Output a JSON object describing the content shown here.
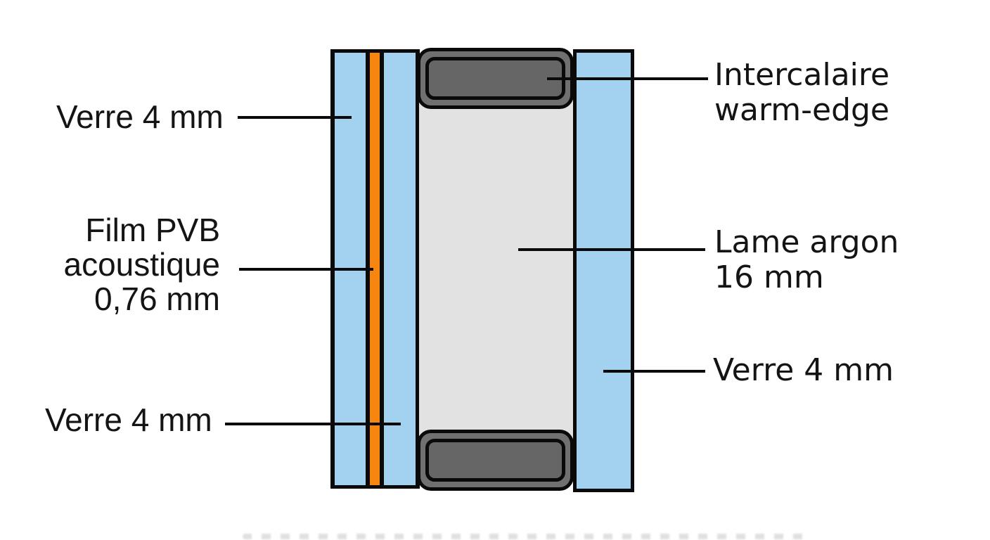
{
  "labels": {
    "verre_left_top": "Verre 4 mm",
    "film_pvb": {
      "line1": "Film PVB",
      "line2": "acoustique",
      "line3": "0,76 mm"
    },
    "verre_left_bottom": "Verre 4 mm",
    "intercalaire": {
      "line1": "Intercalaire",
      "line2": "warm-edge"
    },
    "lame_argon": {
      "line1": "Lame argon",
      "line2": "16 mm"
    },
    "verre_right": "Verre 4 mm"
  },
  "colors": {
    "glass_blue": "#A2D2F0",
    "pvb_orange": "#F6860F",
    "argon_gray": "#E2E2E2",
    "spacer_ring_gray": "#707070",
    "spacer_core_gray": "#666666",
    "outline_black": "#0A0A0A",
    "label_text": "#141414",
    "background": "#FFFFFF"
  }
}
